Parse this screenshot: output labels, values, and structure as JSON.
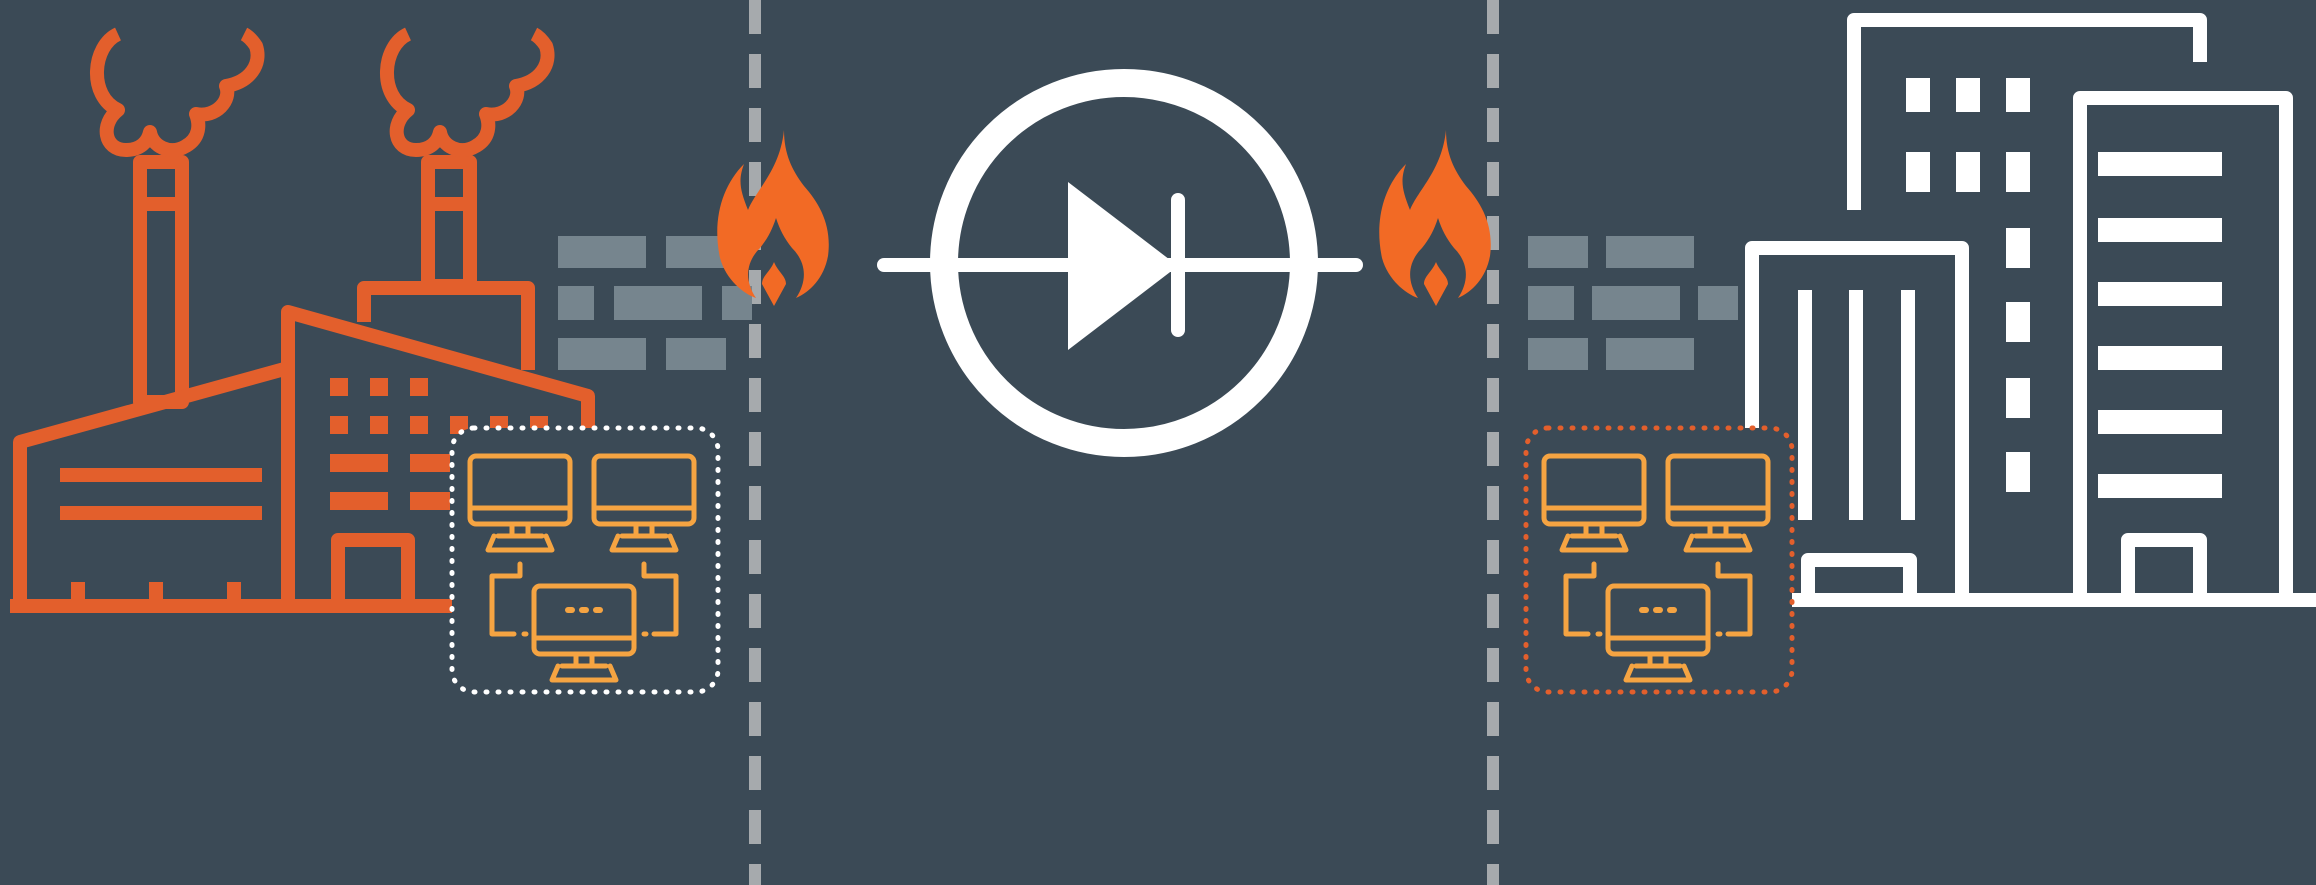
{
  "diagram": {
    "title": "",
    "colors": {
      "background": "#3b4a56",
      "industrial": "#e35f2c",
      "corporate": "#ffffff",
      "network": "#f5a442",
      "flame": "#f26a25",
      "firewall_brick": "#76858e",
      "zone_divider": "#a6aaad",
      "ot_zone_border": "#ffffff",
      "it_zone_border": "#e35f2c"
    },
    "nodes": [
      {
        "id": "factory",
        "icon": "factory-icon"
      },
      {
        "id": "ot-network",
        "icon": "computer-network-icon"
      },
      {
        "id": "firewall-left",
        "icon": "firewall-icon"
      },
      {
        "id": "data-diode",
        "icon": "diode-icon"
      },
      {
        "id": "firewall-right",
        "icon": "firewall-icon"
      },
      {
        "id": "it-network",
        "icon": "computer-network-icon"
      },
      {
        "id": "office",
        "icon": "office-buildings-icon"
      }
    ],
    "zone_dividers": [
      "left-zone-divider",
      "right-zone-divider"
    ]
  }
}
